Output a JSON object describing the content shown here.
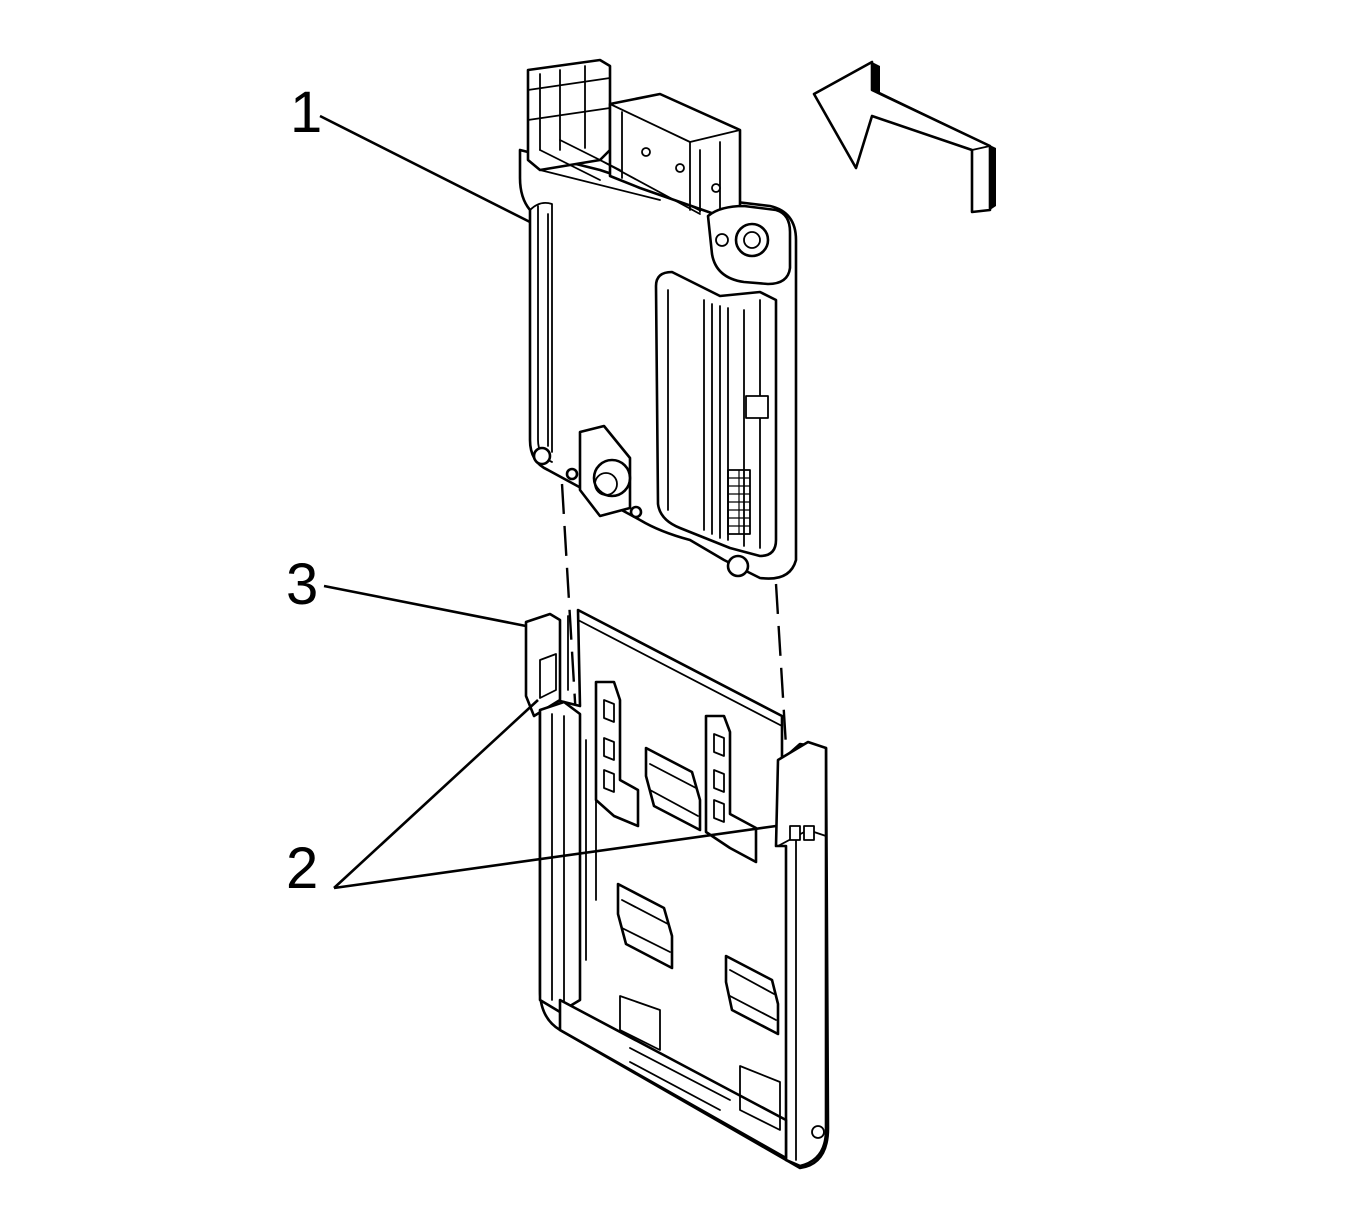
{
  "callouts": {
    "one": "1",
    "two": "2",
    "three": "3"
  },
  "colors": {
    "line": "#000000",
    "background": "#ffffff"
  },
  "icons": {
    "direction_arrow": "direction-arrow-icon"
  }
}
